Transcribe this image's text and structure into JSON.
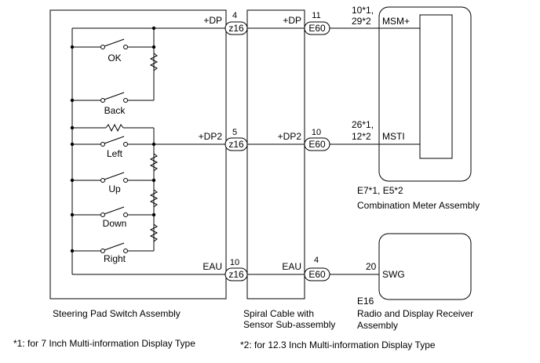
{
  "switch_assembly": {
    "label": "Steering Pad Switch Assembly",
    "buttons": [
      "OK",
      "Back",
      "Left",
      "Up",
      "Down",
      "Right"
    ],
    "pins": [
      {
        "signal": "+DP",
        "pin": "4",
        "connector": "z16"
      },
      {
        "signal": "+DP2",
        "pin": "5",
        "connector": "z16"
      },
      {
        "signal": "EAU",
        "pin": "10",
        "connector": "z16"
      }
    ]
  },
  "spiral_cable": {
    "label_line1": "Spiral Cable with",
    "label_line2": "Sensor Sub-assembly",
    "pins": [
      {
        "signal": "+DP",
        "pin": "11",
        "connector": "E60"
      },
      {
        "signal": "+DP2",
        "pin": "10",
        "connector": "E60"
      },
      {
        "signal": "EAU",
        "pin": "4",
        "connector": "E60"
      }
    ]
  },
  "meter": {
    "connector": "E7*1, E5*2",
    "label": "Combination Meter Assembly",
    "pins": [
      {
        "pin_line1": "10*1,",
        "pin_line2": "29*2",
        "signal": "MSM+"
      },
      {
        "pin_line1": "26*1,",
        "pin_line2": "12*2",
        "signal": "MSTI"
      }
    ]
  },
  "radio": {
    "connector": "E16",
    "label_line1": "Radio and Display Receiver",
    "label_line2": "Assembly",
    "pin": "20",
    "signal": "SWG"
  },
  "footnotes": {
    "note1": "*1: for 7 Inch Multi-information Display Type",
    "note2": "*2: for 12.3 Inch Multi-information Display Type"
  }
}
